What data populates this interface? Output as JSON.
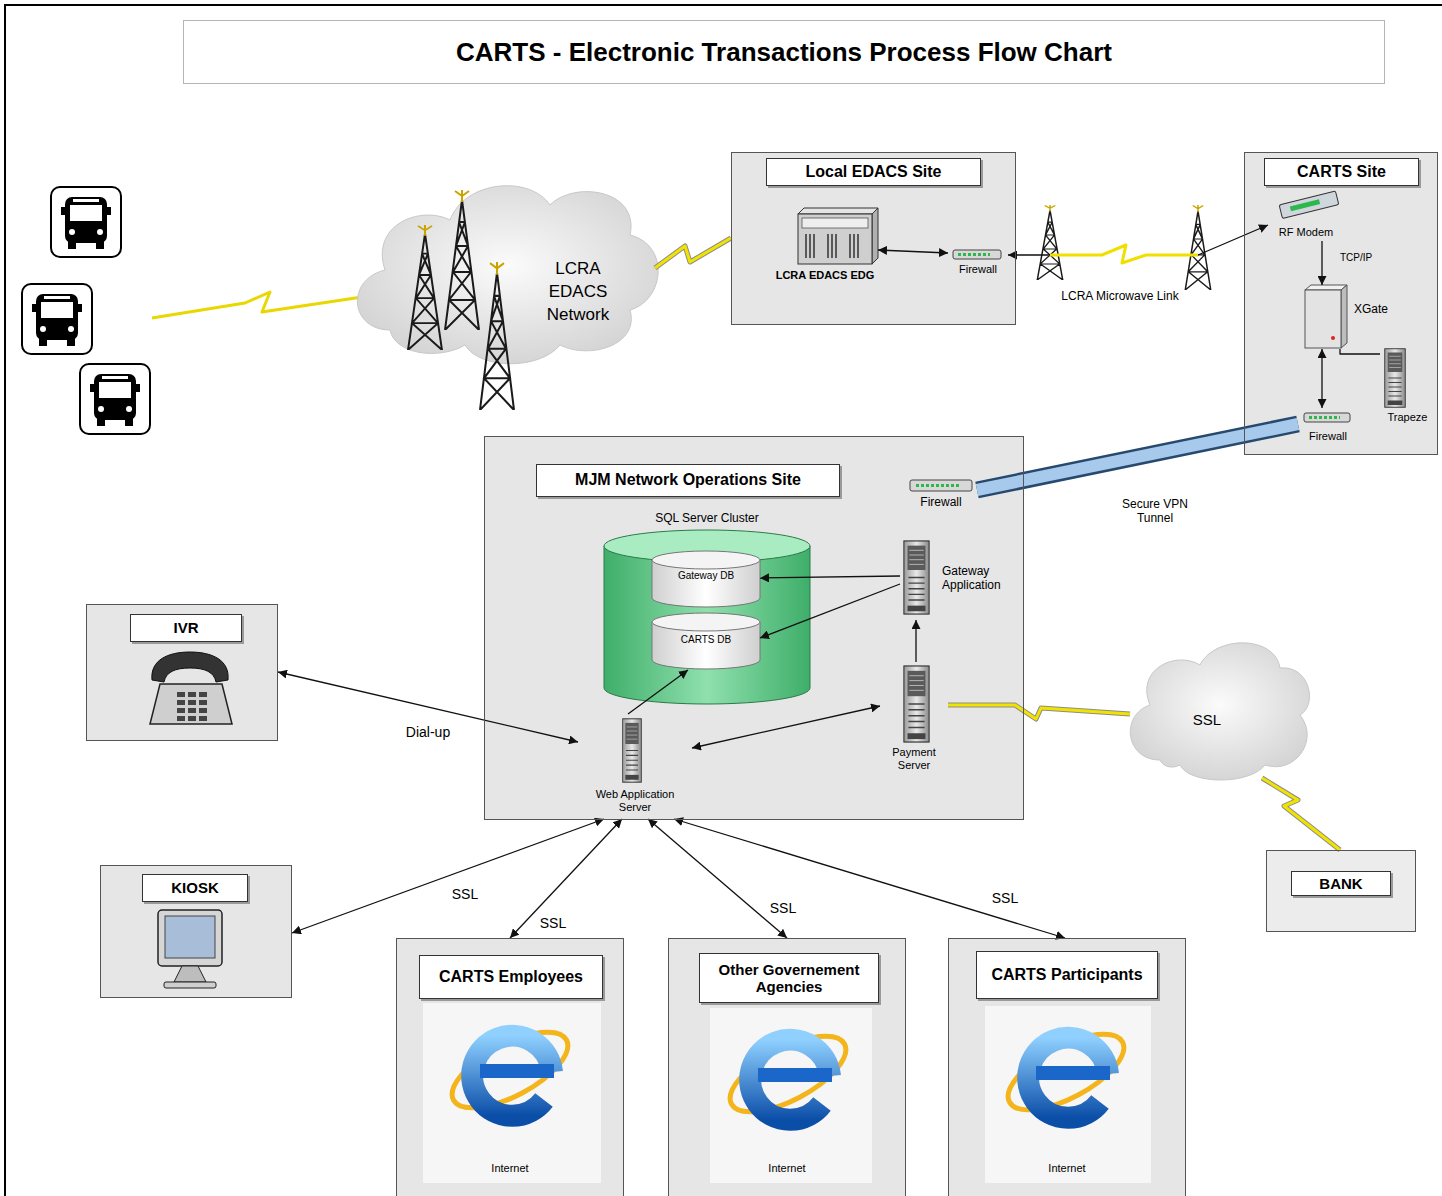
{
  "diagram": {
    "title": "CARTS - Electronic Transactions Process Flow Chart",
    "nodes": [
      {
        "text": [
          "Local EDACS Site"
        ]
      },
      {
        "text": [
          "LCRA EDACS EDG"
        ],
        "in": 0
      },
      {
        "text": [
          "Firewall"
        ],
        "in": 0
      },
      {
        "text": [
          "CARTS Site"
        ]
      },
      {
        "text": [
          "RF Modem"
        ],
        "in": 3
      },
      {
        "text": [
          "XGate"
        ],
        "in": 3
      },
      {
        "text": [
          "Trapeze"
        ],
        "in": 3
      },
      {
        "text": [
          "Firewall"
        ],
        "in": 3
      },
      {
        "text": [
          "LCRA EDACS Network"
        ]
      },
      {
        "text": [
          "MJM Network Operations Site"
        ]
      },
      {
        "text": [
          "SQL Server Cluster"
        ],
        "in": 9
      },
      {
        "text": [
          "Gateway DB"
        ],
        "in": 10
      },
      {
        "text": [
          "CARTS DB"
        ],
        "in": 10
      },
      {
        "text": [
          "Firewall"
        ],
        "in": 9
      },
      {
        "text": [
          "Gateway Application"
        ],
        "in": 9
      },
      {
        "text": [
          "Payment Server"
        ],
        "in": 9
      },
      {
        "text": [
          "Web Application Server"
        ],
        "in": 9
      },
      {
        "text": [
          "IVR"
        ]
      },
      {
        "text": [
          "SSL"
        ]
      },
      {
        "text": [
          "KIOSK"
        ]
      },
      {
        "text": [
          "BANK"
        ]
      },
      {
        "text": [
          "CARTS Employees",
          "Internet"
        ]
      },
      {
        "text": [
          "Other Governement Agencies",
          "Internet"
        ]
      },
      {
        "text": [
          "CARTS Participants",
          "Internet"
        ]
      }
    ],
    "edges": [
      {
        "from": 8,
        "to": 0,
        "arrow": "none"
      },
      {
        "from": 1,
        "to": 2,
        "arrow": "both"
      },
      {
        "from": 2,
        "to": 4,
        "label": "LCRA Microwave Link",
        "arrow": "both"
      },
      {
        "from": 4,
        "to": 5,
        "label": "TCP/IP",
        "arrow": "to"
      },
      {
        "from": 5,
        "to": 6,
        "arrow": "none"
      },
      {
        "from": 5,
        "to": 7,
        "arrow": "both"
      },
      {
        "from": 7,
        "to": 13,
        "label": "Secure VPN Tunnel",
        "arrow": "none"
      },
      {
        "from": 14,
        "to": 11,
        "arrow": "to"
      },
      {
        "from": 14,
        "to": 12,
        "arrow": "to"
      },
      {
        "from": 15,
        "to": 14,
        "arrow": "to"
      },
      {
        "from": 16,
        "to": 12,
        "arrow": "to"
      },
      {
        "from": 15,
        "to": 16,
        "arrow": "both"
      },
      {
        "from": 15,
        "to": 18,
        "arrow": "none"
      },
      {
        "from": 18,
        "to": 20,
        "arrow": "none"
      },
      {
        "from": 17,
        "to": 16,
        "label": "Dial-up",
        "arrow": "both"
      },
      {
        "from": 19,
        "to": 16,
        "label": "SSL",
        "arrow": "both"
      },
      {
        "from": 21,
        "to": 16,
        "label": "SSL",
        "arrow": "both"
      },
      {
        "from": 22,
        "to": 16,
        "label": "SSL",
        "arrow": "both"
      },
      {
        "from": 23,
        "to": 16,
        "label": "SSL",
        "arrow": "both"
      }
    ]
  }
}
